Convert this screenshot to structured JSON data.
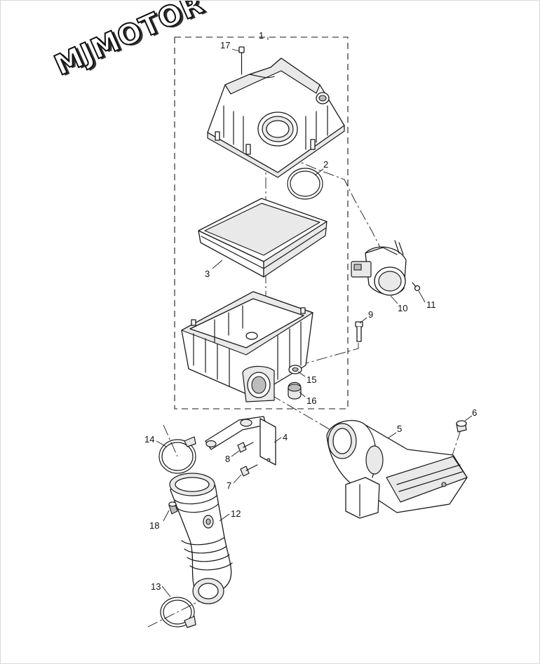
{
  "logo": {
    "text": "MJMOTOR"
  },
  "callouts": [
    {
      "id": "1",
      "text": "1"
    },
    {
      "id": "2",
      "text": "2"
    },
    {
      "id": "3",
      "text": "3"
    },
    {
      "id": "4",
      "text": "4"
    },
    {
      "id": "5",
      "text": "5"
    },
    {
      "id": "6",
      "text": "6"
    },
    {
      "id": "7",
      "text": "7"
    },
    {
      "id": "8",
      "text": "8"
    },
    {
      "id": "9",
      "text": "9"
    },
    {
      "id": "10",
      "text": "10"
    },
    {
      "id": "11",
      "text": "11"
    },
    {
      "id": "12",
      "text": "12"
    },
    {
      "id": "13",
      "text": "13"
    },
    {
      "id": "14",
      "text": "14"
    },
    {
      "id": "15",
      "text": "15"
    },
    {
      "id": "16",
      "text": "16"
    },
    {
      "id": "17",
      "text": "17"
    },
    {
      "id": "18",
      "text": "18"
    }
  ]
}
